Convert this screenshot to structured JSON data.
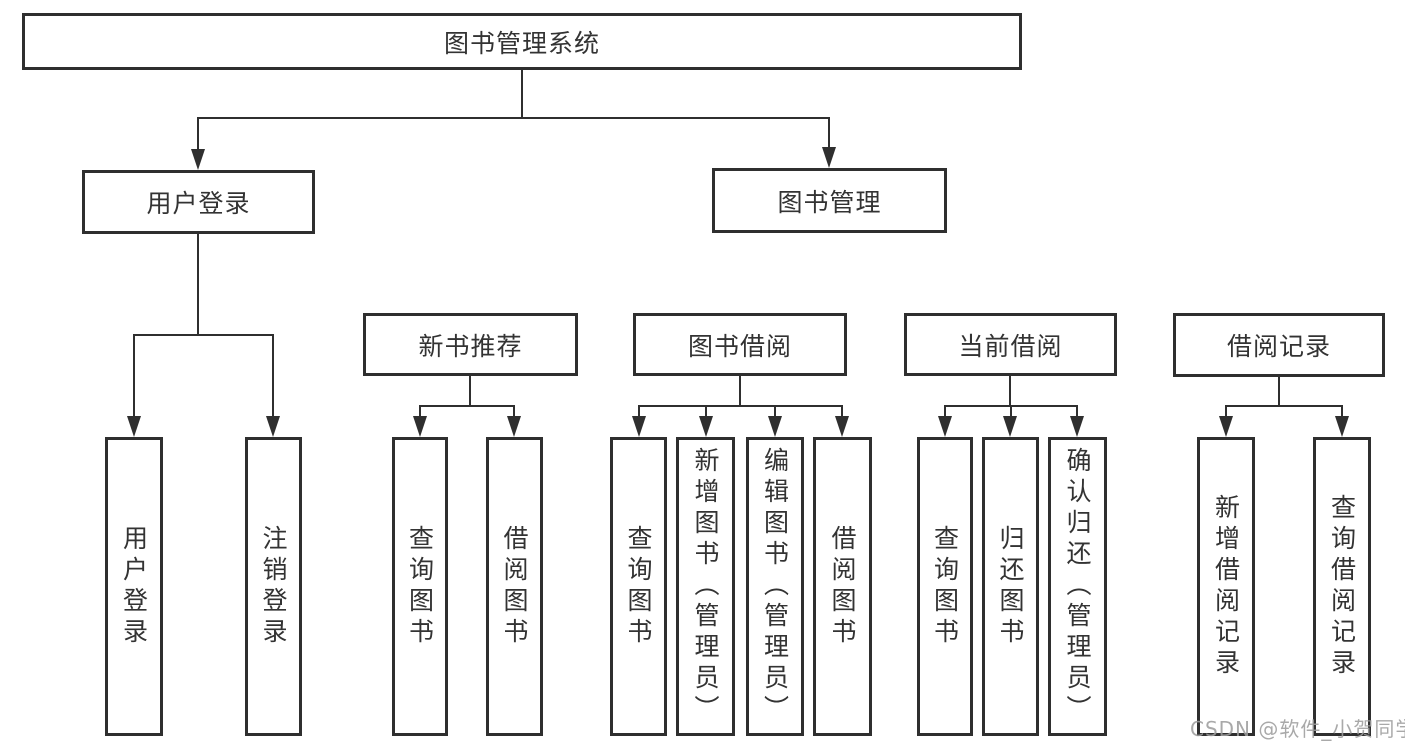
{
  "diagram": {
    "title": "图书管理系统",
    "nodes": {
      "root": "图书管理系统",
      "user_login": "用户登录",
      "book_management": "图书管理",
      "new_book_recommend": "新书推荐",
      "book_borrowing": "图书借阅",
      "current_borrowing": "当前借阅",
      "borrowing_records": "借阅记录"
    },
    "leaves": [
      "用户登录",
      "注销登录",
      "查询图书",
      "借阅图书",
      "查询图书",
      "新增图书（管理员）",
      "编辑图书（管理员）",
      "借阅图书",
      "查询图书",
      "归还图书",
      "确认归还（管理员）",
      "新增借阅记录",
      "查询借阅记录"
    ],
    "watermark": "CSDN @软件_小贺同学",
    "colors": {
      "line": "#2f2f2f",
      "text": "#333333",
      "watermark": "#9e9e9e",
      "background": "#ffffff"
    }
  }
}
